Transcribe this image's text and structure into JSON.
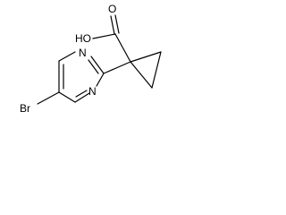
{
  "atoms": {
    "hydroxyl": "HO",
    "carbonyl_oxygen": "O",
    "ring_nitrogen_upper": "N",
    "ring_nitrogen_lower": "N",
    "bromine": "Br"
  }
}
